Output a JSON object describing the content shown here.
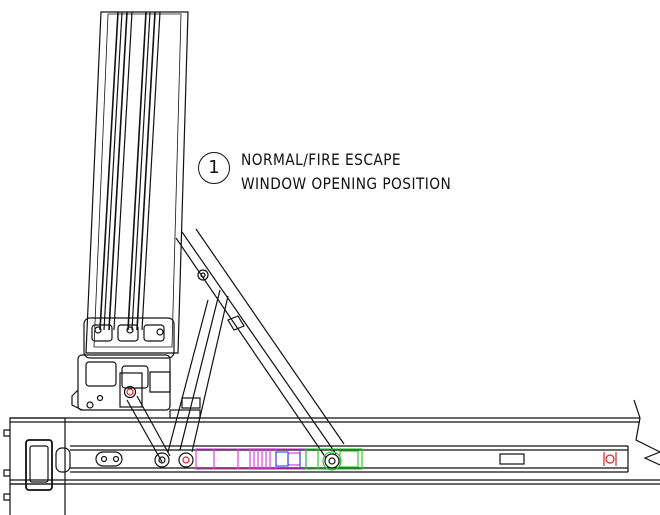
{
  "callout": {
    "number": "1",
    "line1": "NORMAL/FIRE ESCAPE",
    "line2": "WINDOW OPENING POSITION"
  },
  "colors": {
    "line": "#111111",
    "magenta_slider": "#e040e0",
    "green_slider": "#33cc33",
    "blue_part": "#3355ff",
    "red_marker": "#dd2222"
  }
}
